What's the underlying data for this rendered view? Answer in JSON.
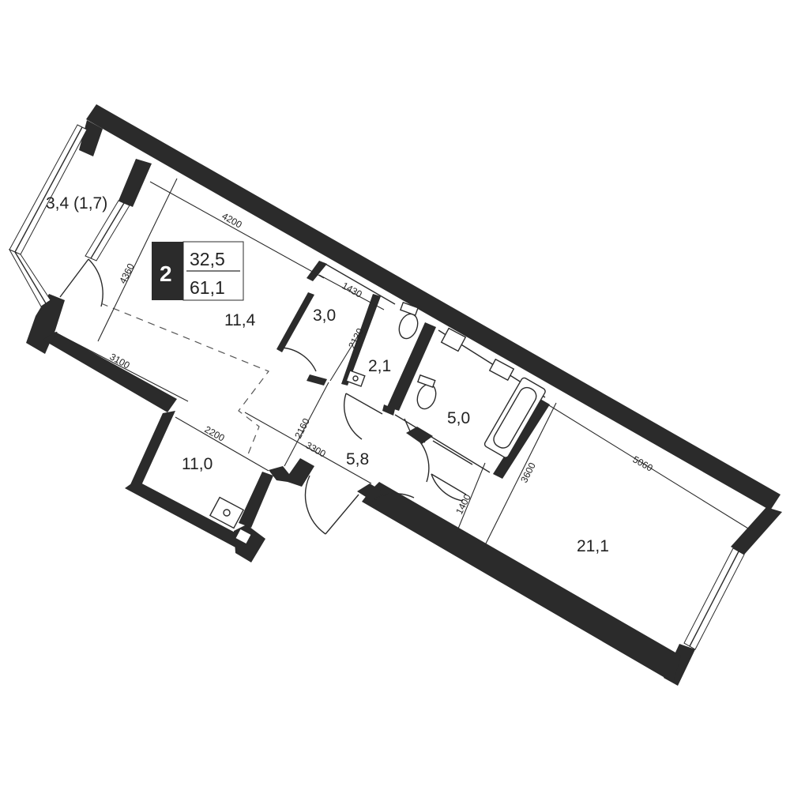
{
  "rooms": {
    "kitchen": "11,4",
    "balcony": "3,4 (1,7)",
    "wardrobe": "3,0",
    "wc": "2,1",
    "bath": "5,0",
    "hall": "5,8",
    "bedroom_small": "11,0",
    "bedroom_large": "21,1"
  },
  "badge": {
    "rooms_count": "2",
    "living_area": "32,5",
    "total_area": "61,1"
  },
  "dimensions": {
    "d4200": "4200",
    "d4360": "4360",
    "d3100": "3100",
    "d1430": "1430",
    "d2120": "2120",
    "d2160": "2160",
    "d2200": "2200",
    "d3300": "3300",
    "d1400": "1400",
    "d3600": "3600",
    "d5060": "5060"
  },
  "colors": {
    "wall": "#2b2b2b",
    "badge_bg": "#2b2b2b"
  }
}
